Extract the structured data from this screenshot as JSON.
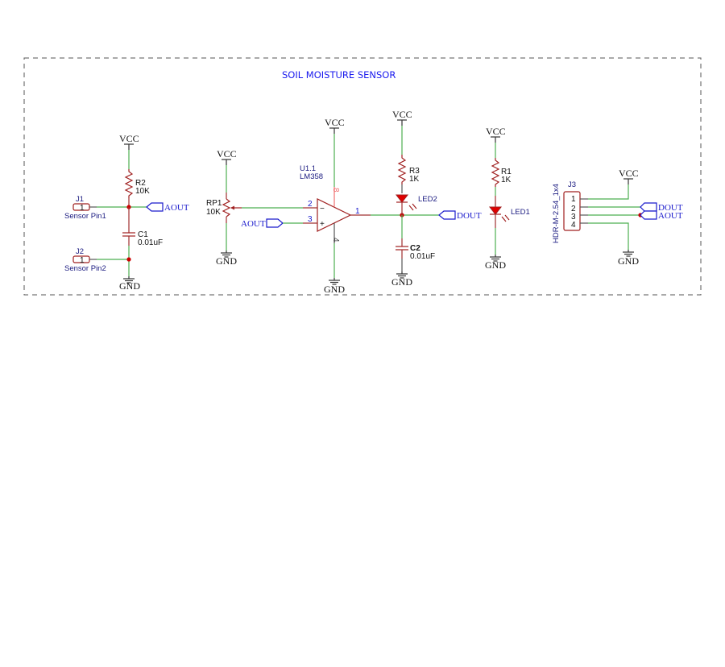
{
  "title": "SOIL MOISTURE SENSOR",
  "power": {
    "vcc": "VCC",
    "gnd": "GND"
  },
  "nets": {
    "aout": "AOUT",
    "dout": "DOUT"
  },
  "components": {
    "J1": {
      "ref": "J1",
      "pin": "1",
      "name": "Sensor Pin1"
    },
    "J2": {
      "ref": "J2",
      "pin": "1",
      "name": "Sensor Pin2"
    },
    "R2": {
      "ref": "R2",
      "value": "10K"
    },
    "C1": {
      "ref": "C1",
      "value": "0.01uF"
    },
    "RP1": {
      "ref": "RP1",
      "value": "10K"
    },
    "U1": {
      "ref": "U1.1",
      "value": "LM358",
      "pins": {
        "inv": "2",
        "noninv": "3",
        "out": "1",
        "vplus": "8",
        "vminus": "4"
      },
      "signs": {
        "minus": "−",
        "plus": "+"
      }
    },
    "R3": {
      "ref": "R3",
      "value": "1K"
    },
    "LED2": {
      "ref": "LED2"
    },
    "C2": {
      "ref": "C2",
      "value": "0.01uF"
    },
    "R1": {
      "ref": "R1",
      "value": "1K"
    },
    "LED1": {
      "ref": "LED1"
    },
    "J3": {
      "ref": "J3",
      "footprint": "HDR-M-2.54_1x4",
      "pins": [
        "1",
        "2",
        "3",
        "4"
      ]
    }
  },
  "colors": {
    "wire": "#4caf50",
    "component": "#a02020",
    "label": "#1a1acc",
    "junction": "#cc0000"
  }
}
